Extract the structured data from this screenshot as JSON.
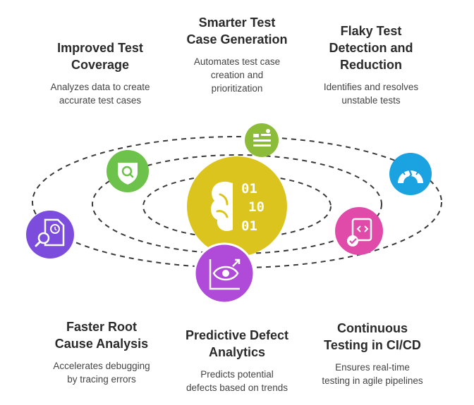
{
  "colors": {
    "center": "#dcc41e",
    "green": "#6cc24a",
    "lime": "#8dbb3a",
    "blue": "#1aa3e0",
    "violet": "#7c4ddc",
    "magenta": "#e04aa8",
    "purple": "#b04ad8",
    "orbit": "#3a3a3a"
  },
  "center": {
    "icon": "brain-binary-icon",
    "binary": [
      "01",
      "10",
      "01"
    ]
  },
  "items": [
    {
      "id": "improved-coverage",
      "title": "Improved Test\nCoverage",
      "desc": "Analyzes data to create\naccurate test cases",
      "icon": "shield-search-icon"
    },
    {
      "id": "smarter-generation",
      "title": "Smarter Test\nCase Generation",
      "desc": "Automates test case\ncreation and\nprioritization",
      "icon": "robot-list-icon"
    },
    {
      "id": "flaky-detection",
      "title": "Flaky Test\nDetection and\nReduction",
      "desc": "Identifies and resolves\nunstable tests",
      "icon": "broken-gauge-icon"
    },
    {
      "id": "root-cause",
      "title": "Faster Root\nCause Analysis",
      "desc": "Accelerates debugging\nby tracing errors",
      "icon": "document-search-icon"
    },
    {
      "id": "predictive-analytics",
      "title": "Predictive Defect\nAnalytics",
      "desc": "Predicts potential\ndefects based on trends",
      "icon": "eye-chart-icon"
    },
    {
      "id": "continuous-testing",
      "title": "Continuous\nTesting in CI/CD",
      "desc": "Ensures real-time\ntesting in agile pipelines",
      "icon": "code-check-icon"
    }
  ]
}
